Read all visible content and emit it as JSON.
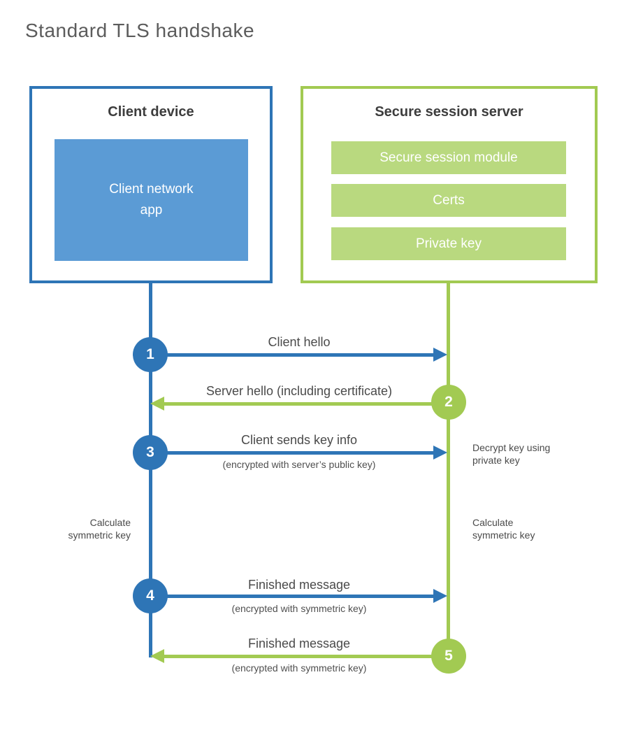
{
  "title": "Standard TLS handshake",
  "colors": {
    "client_blue": "#2e75b6",
    "client_fill_blue": "#5b9bd5",
    "server_green": "#a2ca52",
    "server_fill_green": "#b9d97f"
  },
  "client": {
    "title": "Client device",
    "app": {
      "line1": "Client network",
      "line2": "app"
    }
  },
  "server": {
    "title": "Secure session server",
    "modules": [
      "Secure session module",
      "Certs",
      "Private key"
    ]
  },
  "steps": [
    {
      "num": "1",
      "label": "Client hello",
      "sub": "",
      "direction": "client-to-server",
      "color": "blue"
    },
    {
      "num": "2",
      "label": "Server hello (including certificate)",
      "sub": "",
      "direction": "server-to-client",
      "color": "green"
    },
    {
      "num": "3",
      "label": "Client sends key info",
      "sub": "(encrypted with server’s public key)",
      "direction": "client-to-server",
      "color": "blue"
    },
    {
      "num": "4",
      "label": "Finished message",
      "sub": "(encrypted with symmetric key)",
      "direction": "client-to-server",
      "color": "blue"
    },
    {
      "num": "5",
      "label": "Finished message",
      "sub": "(encrypted with symmetric key)",
      "direction": "server-to-client",
      "color": "green"
    }
  ],
  "annotations": {
    "decrypt": {
      "line1": "Decrypt key using",
      "line2": "private key"
    },
    "calc_left": {
      "line1": "Calculate",
      "line2": "symmetric key"
    },
    "calc_right": {
      "line1": "Calculate",
      "line2": "symmetric key"
    }
  }
}
